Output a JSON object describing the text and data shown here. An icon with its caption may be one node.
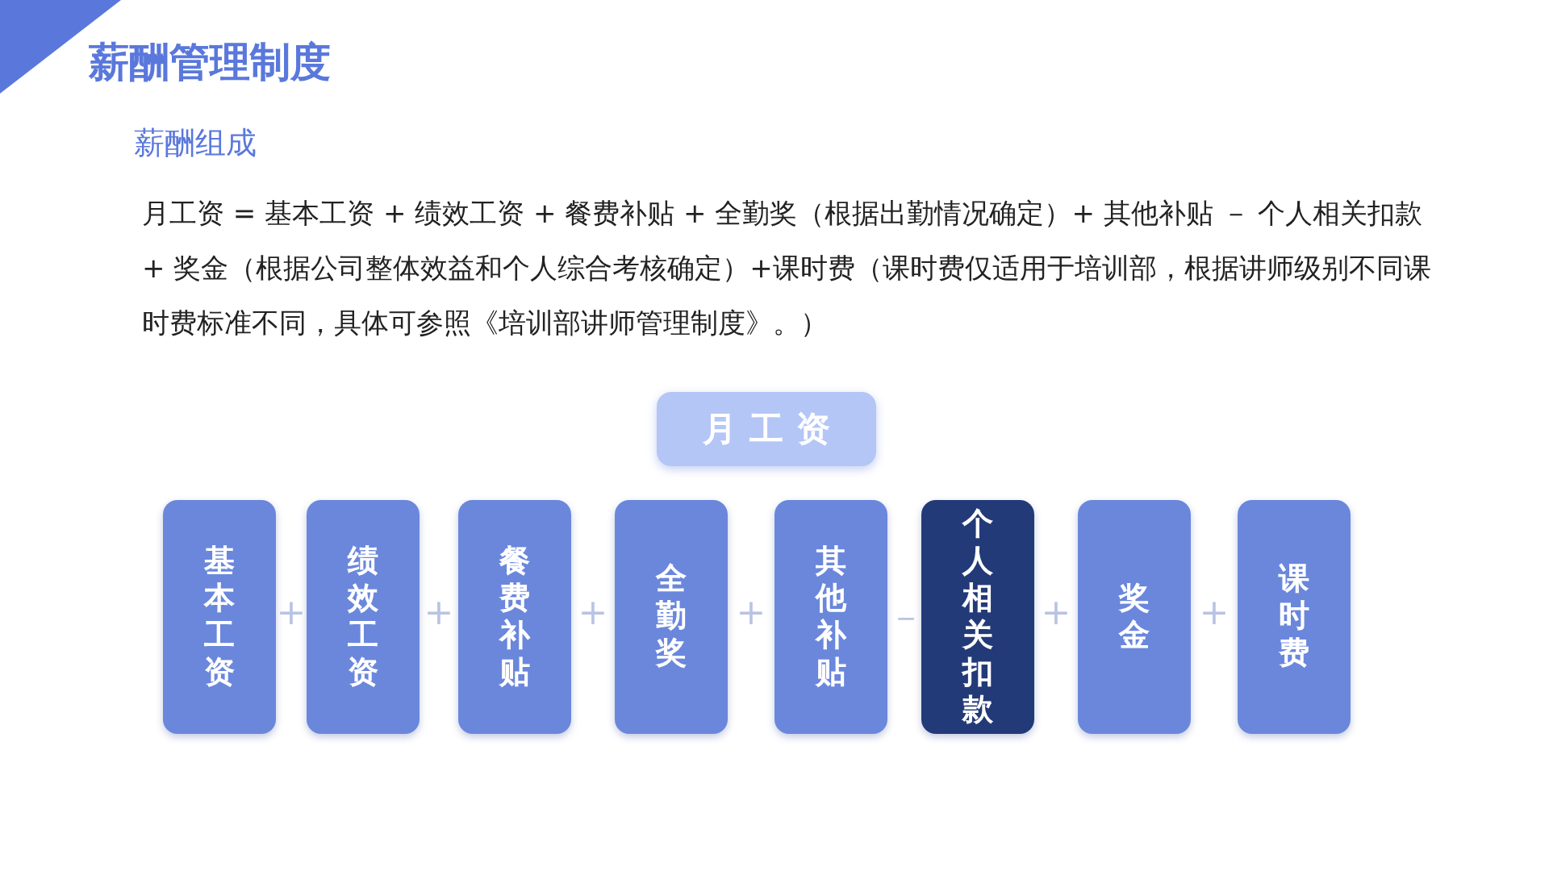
{
  "diagram": {
    "title": "薪酬管理制度",
    "nodes": [
      {
        "text": [
          "月工资"
        ]
      },
      {
        "text": [
          "基本工资"
        ]
      },
      {
        "text": [
          "绩效工资"
        ]
      },
      {
        "text": [
          "餐费补贴"
        ]
      },
      {
        "text": [
          "全勤奖"
        ]
      },
      {
        "text": [
          "其他补贴"
        ]
      },
      {
        "text": [
          "个人相关扣款"
        ]
      },
      {
        "text": [
          "奖金"
        ]
      },
      {
        "text": [
          "课时费"
        ]
      }
    ],
    "labels": [
      "薪酬组成",
      "月工资 = 基本工资 + 绩效工资 + 餐费补贴 + 全勤奖（根据出勤情况确定）+ 其他补贴 － 个人相关扣款 + 奖金（根据公司整体效益和个人综合考核确定）+课时费（课时费仅适用于培训部，根据讲师级别不同课时费标准不同，具体可参照《培训部讲师管理制度》。）",
      "+",
      "+",
      "+",
      "+",
      "－",
      "+",
      "+"
    ]
  }
}
